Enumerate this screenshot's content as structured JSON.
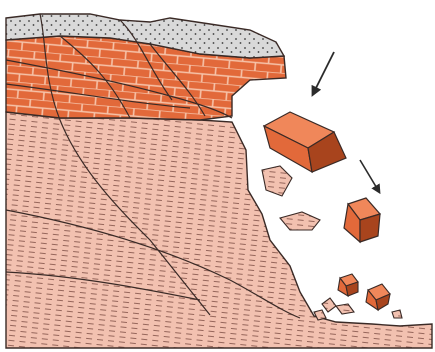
{
  "diagram": {
    "layers": [
      {
        "name": "topsoil-cap",
        "pattern": "dotted",
        "color": "#d9d9d9"
      },
      {
        "name": "brick-stratum",
        "pattern": "brick",
        "color": "#e2693a"
      },
      {
        "name": "base-stratum",
        "pattern": "dashed-lines",
        "color": "#f2c1b0"
      }
    ],
    "falling_blocks": 4,
    "debris_fragments": 6,
    "motion_arrows": 2,
    "colors": {
      "brick": "#e2693a",
      "brick_light": "#f0875a",
      "brick_dark": "#a8441d",
      "mortar": "#f6c3a9",
      "base": "#f2c1b0",
      "base_line": "#8a5a50",
      "cap": "#d9d9d9",
      "outline": "#3a2a26",
      "arrow": "#2b2b2b"
    }
  }
}
